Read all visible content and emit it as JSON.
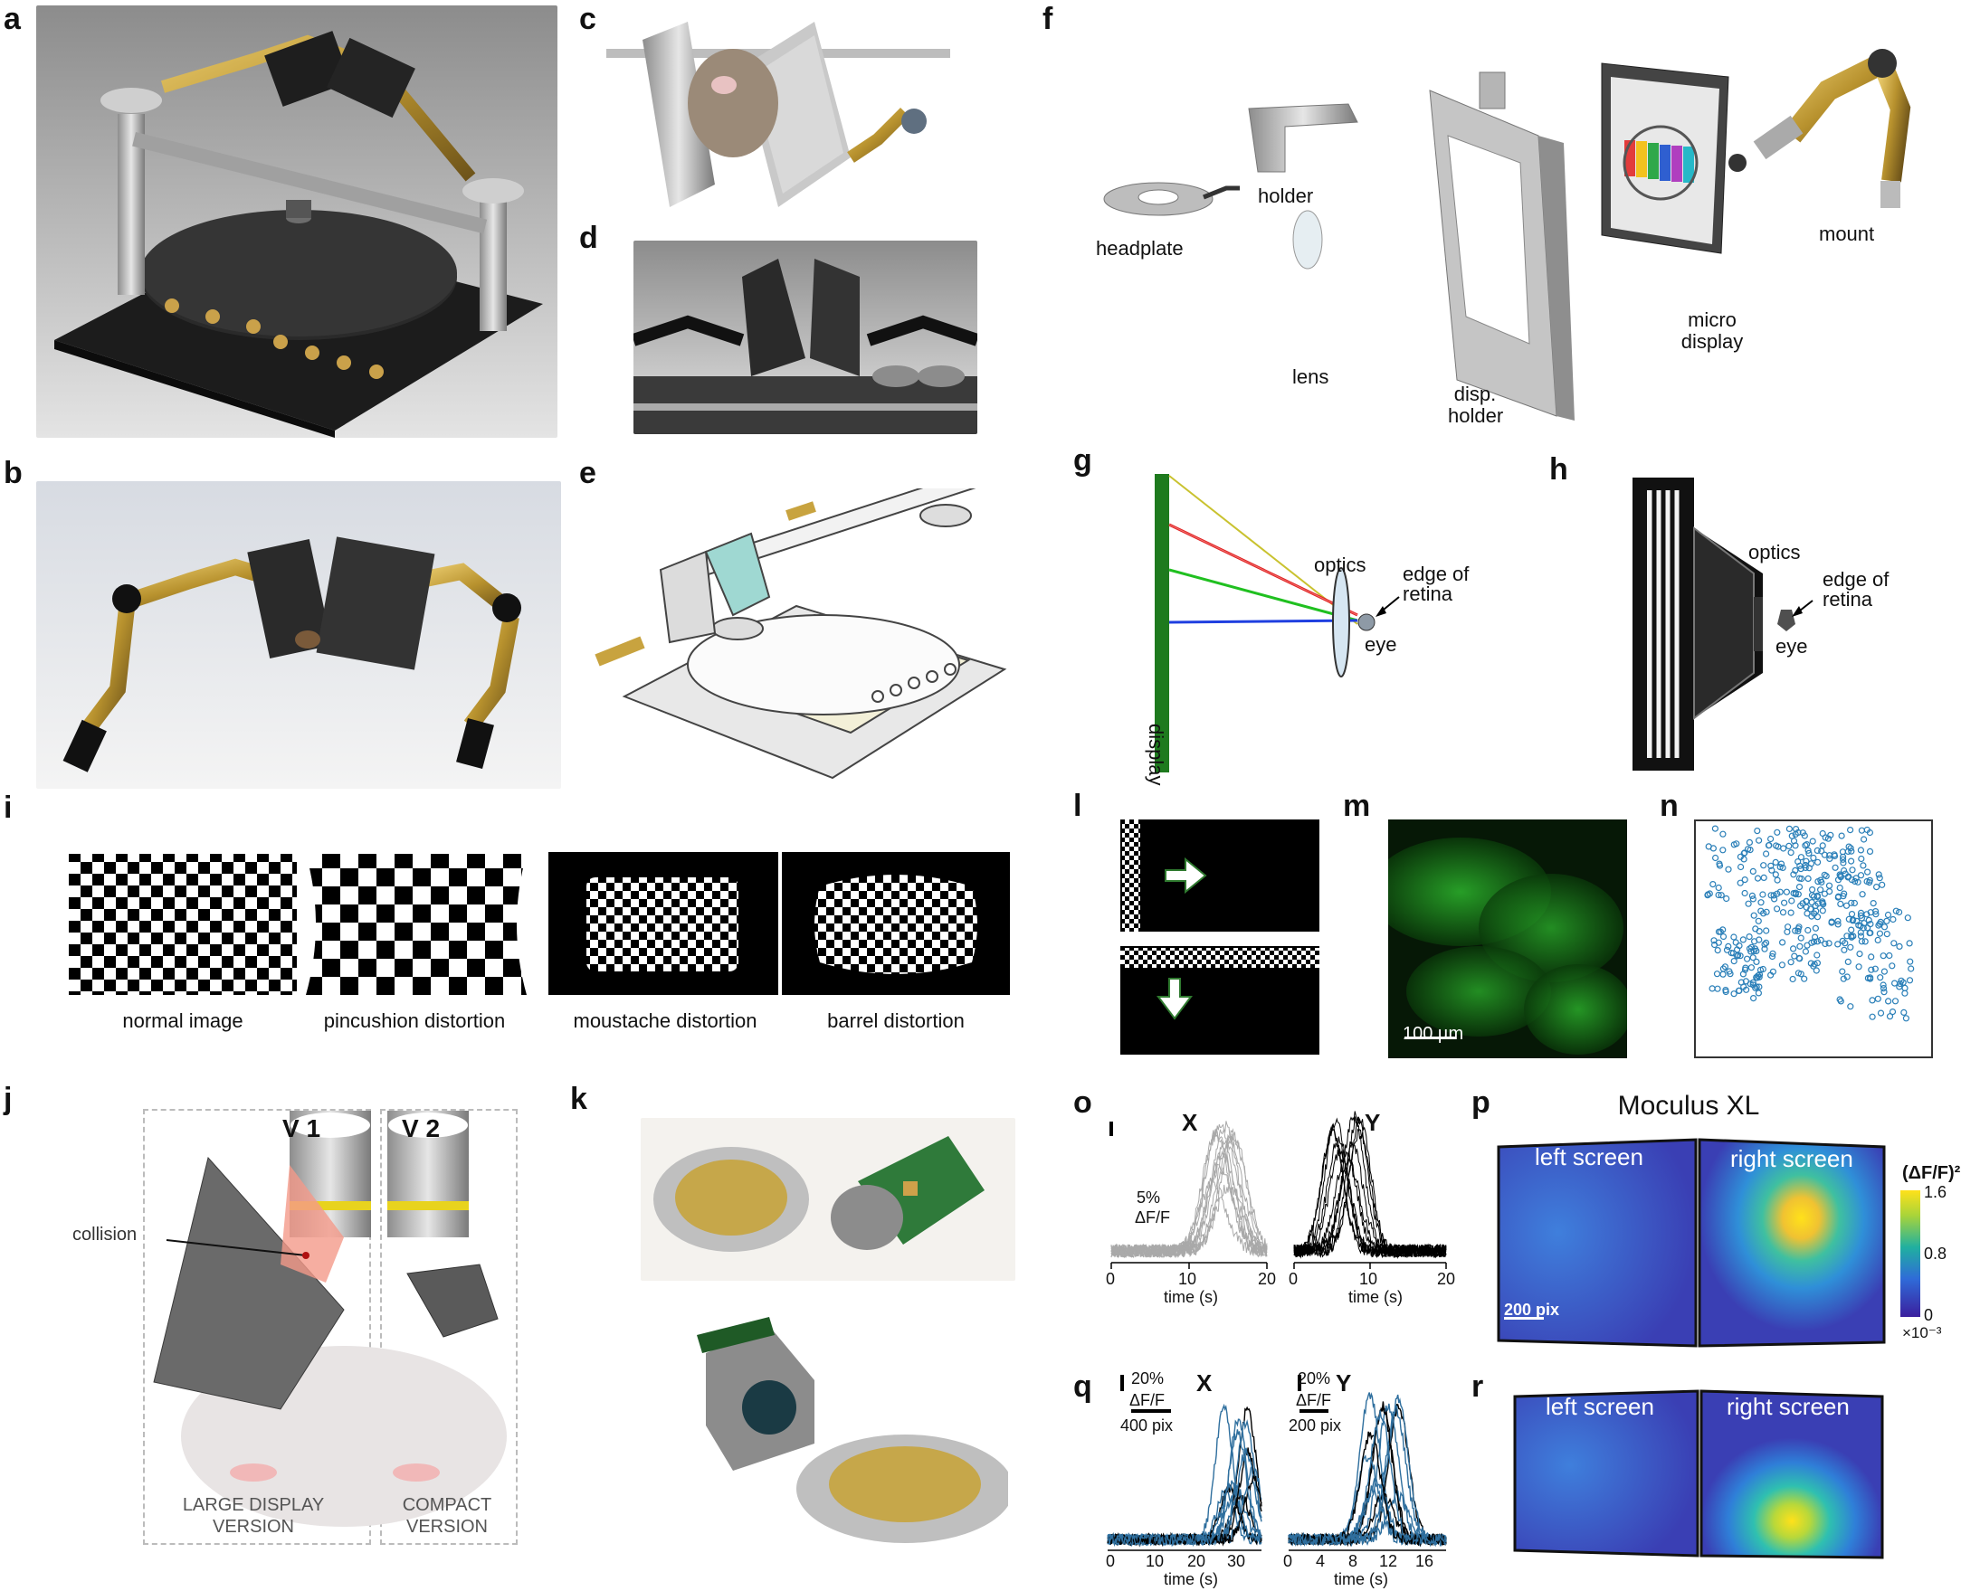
{
  "panels": {
    "a": "a",
    "b": "b",
    "c": "c",
    "d": "d",
    "e": "e",
    "f": "f",
    "g": "g",
    "h": "h",
    "i": "i",
    "j": "j",
    "k": "k",
    "l": "l",
    "m": "m",
    "n": "n",
    "o": "o",
    "p": "p",
    "q": "q",
    "r": "r"
  },
  "f_labels": {
    "headplate": "headplate",
    "holder": "holder",
    "lens": "lens",
    "disp_holder_1": "disp.",
    "disp_holder_2": "holder",
    "micro_display_1": "micro",
    "micro_display_2": "display",
    "mount": "mount"
  },
  "g_labels": {
    "optics": "optics",
    "edge1": "edge of",
    "edge2": "retina",
    "eye": "eye",
    "display": "display"
  },
  "h_labels": {
    "optics": "optics",
    "edge1": "edge of",
    "edge2": "retina",
    "eye": "eye"
  },
  "i_captions": [
    "normal image",
    "pincushion distortion",
    "moustache distortion",
    "barrel distortion"
  ],
  "j_labels": {
    "v1": "V 1",
    "v2": "V 2",
    "collision": "collision",
    "large1": "LARGE DISPLAY",
    "large2": "VERSION",
    "compact1": "COMPACT",
    "compact2": "VERSION"
  },
  "m_scale": "100 µm",
  "o": {
    "x_title": "X",
    "y_title": "Y",
    "scale_val": "5%",
    "scale_unit": "ΔF/F",
    "xlabel": "time (s)",
    "ticks": [
      "0",
      "10",
      "20"
    ]
  },
  "p": {
    "title": "Moculus XL",
    "left": "left screen",
    "right": "right screen",
    "cbar_label": "(ΔF/F)²",
    "cbar_ticks": [
      "1.6",
      "0.8",
      "0"
    ],
    "cbar_exp": "×10⁻³",
    "scale": "200 pix"
  },
  "q": {
    "x_title": "X",
    "y_title": "Y",
    "scale_val": "20%",
    "scale_unit": "ΔF/F",
    "pix_left": "400 pix",
    "pix_right": "200 pix",
    "xlabel": "time (s)",
    "ticks_left": [
      "0",
      "10",
      "20",
      "30"
    ],
    "ticks_right": [
      "0",
      "4",
      "8",
      "12",
      "16"
    ]
  },
  "r": {
    "left": "left screen",
    "right": "right screen"
  },
  "colors": {
    "gold": "#b8922e",
    "dark": "#2b2b2b",
    "green_bar": "#1e7a1e",
    "trace_gray": "#a9a9a9",
    "trace_blue": "#2f6f9e",
    "circle_blue": "#2a7fb8",
    "heat_low": "#3a3fb4",
    "heat_high": "#ffe11a"
  }
}
